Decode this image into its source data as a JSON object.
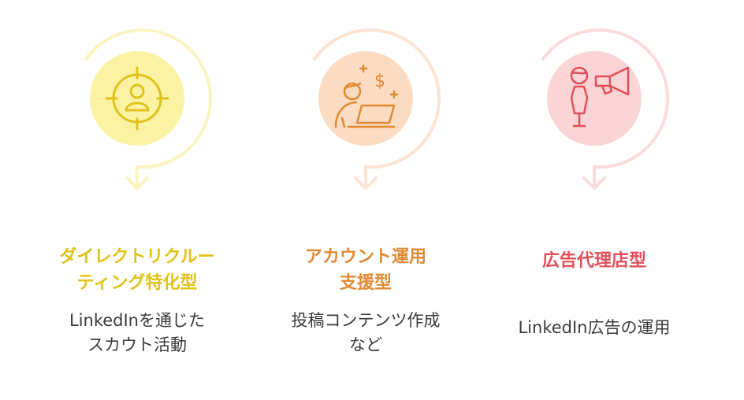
{
  "colors": {
    "yellow_accent": "#e0c21a",
    "yellow_fill": "#fbf3a3",
    "yellow_ring": "#fbf4c0",
    "orange_accent": "#e08a34",
    "orange_fill": "#fbdcc3",
    "orange_ring": "#fce3d2",
    "red_accent": "#e0505a",
    "red_fill": "#fbd4d6",
    "red_ring": "#fbdadd",
    "text": "#3b3b3b"
  },
  "cards": [
    {
      "icon": "target-person-icon",
      "title_lines": [
        "ダイレクトリクルー",
        "ティング特化型"
      ],
      "desc_lines": [
        "LinkedInを通じた",
        "スカウト活動"
      ]
    },
    {
      "icon": "person-laptop-money-icon",
      "title_lines": [
        "アカウント運用",
        "支援型"
      ],
      "desc_lines": [
        "投稿コンテンツ作成",
        "など"
      ]
    },
    {
      "icon": "person-megaphone-icon",
      "title_lines": [
        "広告代理店型"
      ],
      "desc_lines": [
        "LinkedIn広告の運用"
      ]
    }
  ]
}
